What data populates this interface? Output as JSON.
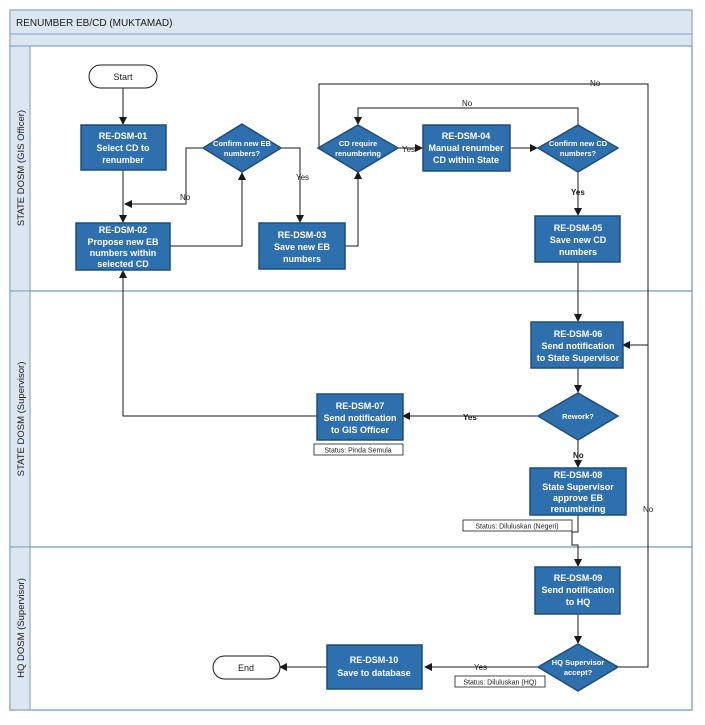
{
  "title": "RENUMBER EB/CD (MUKTAMAD)",
  "lanes": [
    {
      "id": "gis",
      "label": "STATE DOSM (GIS Officer)"
    },
    {
      "id": "sup",
      "label": "STATE DOSM (Supervisor)"
    },
    {
      "id": "hq",
      "label": "HQ DOSM (Supervisor)"
    }
  ],
  "terminals": {
    "start": "Start",
    "end": "End"
  },
  "processes": {
    "p01": {
      "code": "RE-DSM-01",
      "lines": [
        "Select CD to",
        "renumber"
      ]
    },
    "p02": {
      "code": "RE-DSM-02",
      "lines": [
        "Propose new EB",
        "numbers within",
        "selected CD"
      ]
    },
    "p03": {
      "code": "RE-DSM-03",
      "lines": [
        "Save new EB",
        "numbers"
      ]
    },
    "p04": {
      "code": "RE-DSM-04",
      "lines": [
        "Manual renumber",
        "CD within State"
      ]
    },
    "p05": {
      "code": "RE-DSM-05",
      "lines": [
        "Save new CD",
        "numbers"
      ]
    },
    "p06": {
      "code": "RE-DSM-06",
      "lines": [
        "Send notification",
        "to State Supervisor"
      ]
    },
    "p07": {
      "code": "RE-DSM-07",
      "lines": [
        "Send notification",
        "to GIS Officer"
      ]
    },
    "p08": {
      "code": "RE-DSM-08",
      "lines": [
        "State Supervisor",
        "approve EB",
        "renumbering"
      ]
    },
    "p09": {
      "code": "RE-DSM-09",
      "lines": [
        "Send notification",
        "to HQ"
      ]
    },
    "p10": {
      "code": "RE-DSM-10",
      "lines": [
        "Save to database"
      ]
    }
  },
  "decisions": {
    "d1": [
      "Confirm new EB",
      "numbers?"
    ],
    "d2": [
      "CD require",
      "renumbering"
    ],
    "d3": [
      "Confirm new CD",
      "numbers?"
    ],
    "d4": [
      "Rework?"
    ],
    "d5": [
      "HQ Supervisor",
      "accept?"
    ]
  },
  "statuses": {
    "s07": "Status: Pinda Semula",
    "s08": "Status: Diluluskan (Negeri)",
    "s10": "Status: Diluluskan (HQ)"
  },
  "edge_labels": {
    "yes": "Yes",
    "no": "No"
  },
  "colors": {
    "box_fill": "#2e6fad",
    "box_stroke": "#1f4e79",
    "header_fill": "#dce6f1",
    "border": "#7f9fbf",
    "line": "#1a1a1a"
  }
}
